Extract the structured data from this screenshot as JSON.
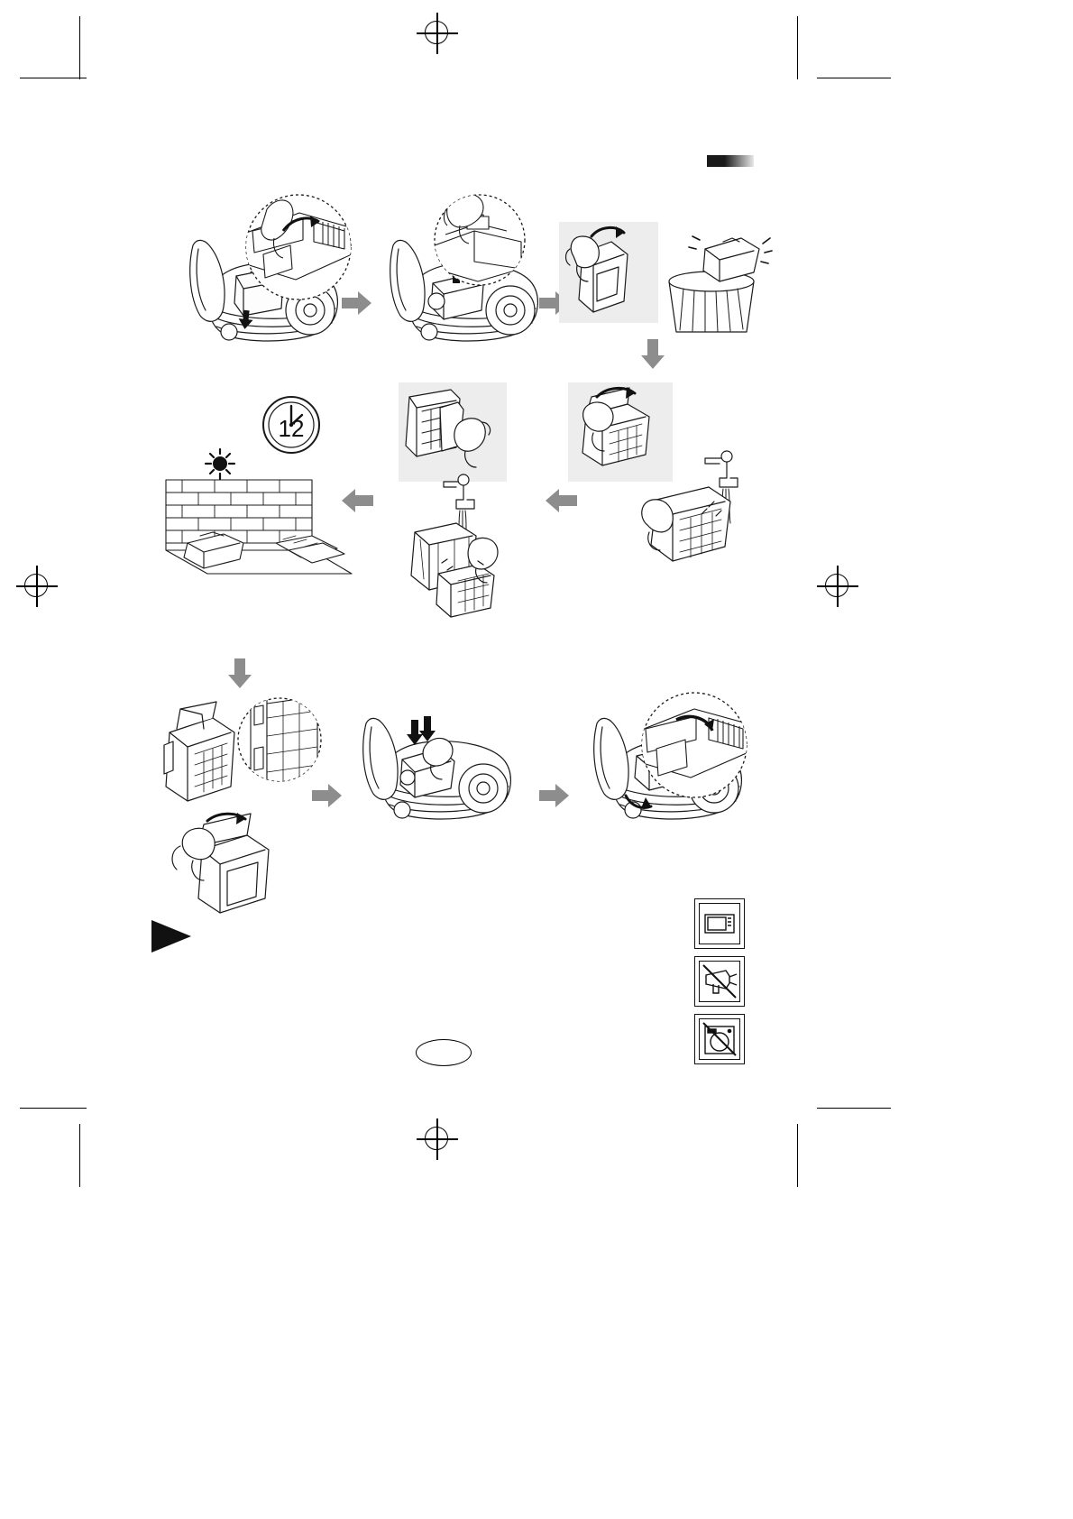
{
  "document": {
    "type": "appliance-instruction-manual-page",
    "page_label": "",
    "header_swatch_color": "#1a1a1a"
  },
  "print_marks": {
    "registration_marks": [
      "top-center",
      "bottom-center",
      "left-middle",
      "right-middle"
    ],
    "crop_lines": [
      "top-left",
      "top-right",
      "bottom-left",
      "bottom-right"
    ]
  },
  "sequence": {
    "title": "",
    "steps": [
      {
        "id": "step-1",
        "name": "open-lid-release-dust-bin",
        "caption": "",
        "callout": "magnified-latch-detail"
      },
      {
        "id": "step-2",
        "name": "lift-dust-bin-out-of-vacuum",
        "caption": "",
        "callout": "magnified-hand-grip-detail"
      },
      {
        "id": "step-3",
        "name": "carry-dust-bin-by-handle",
        "caption": "",
        "panel": true
      },
      {
        "id": "step-4",
        "name": "empty-dust-bin-into-trash-can",
        "caption": ""
      },
      {
        "id": "step-5",
        "name": "open-dust-bin-and-remove-filter-under-tap",
        "caption": "",
        "panel": true
      },
      {
        "id": "step-6",
        "name": "rinse-dust-bin-and-filter-with-water",
        "caption": ""
      },
      {
        "id": "step-7",
        "name": "pull-filter-out-of-holder",
        "caption": "",
        "panel": true
      },
      {
        "id": "step-8",
        "name": "dry-parts-in-sunlight-12-hours",
        "caption": "",
        "clock_value": "12",
        "sun": true
      },
      {
        "id": "step-9",
        "name": "reinsert-filter-into-dust-bin",
        "caption": "",
        "callout": "magnified-filter-seating-detail"
      },
      {
        "id": "step-10",
        "name": "close-dust-bin-lid",
        "caption": ""
      },
      {
        "id": "step-11",
        "name": "place-dust-bin-back-into-vacuum",
        "caption": ""
      },
      {
        "id": "step-12",
        "name": "close-vacuum-lid",
        "caption": "",
        "callout": "magnified-latch-close-detail"
      }
    ],
    "flow_arrows": [
      {
        "name": "arrow-step1-to-step2",
        "direction": "right"
      },
      {
        "name": "arrow-step2-to-step3",
        "direction": "right"
      },
      {
        "name": "arrow-step3-to-step4",
        "direction": "down"
      },
      {
        "name": "arrow-step6-to-step5",
        "direction": "left"
      },
      {
        "name": "arrow-step5-to-step8",
        "direction": "left"
      },
      {
        "name": "arrow-into-step9",
        "direction": "down"
      },
      {
        "name": "arrow-step9-to-step11",
        "direction": "right"
      },
      {
        "name": "arrow-step11-to-step12",
        "direction": "right"
      }
    ]
  },
  "care_symbols": {
    "title": "",
    "items": [
      {
        "name": "do-not-use-microwave-oven",
        "label": "",
        "prohibited": false,
        "glyph": "microwave-icon"
      },
      {
        "name": "do-not-use-hair-dryer",
        "label": "",
        "prohibited": true,
        "glyph": "hair-dryer-icon"
      },
      {
        "name": "do-not-use-clothes-dryer",
        "label": "",
        "prohibited": true,
        "glyph": "dryer-icon"
      }
    ]
  },
  "page_footer": {
    "page_number": ""
  },
  "clock": {
    "hours_label": "12"
  }
}
